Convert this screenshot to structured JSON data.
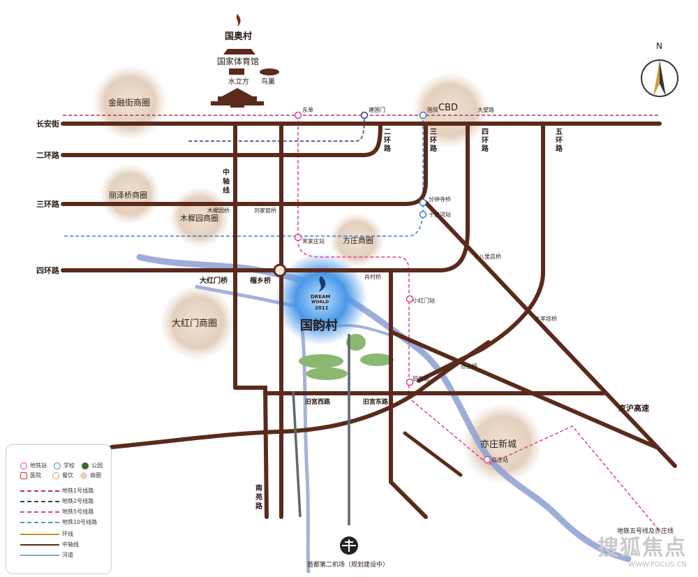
{
  "compass": {
    "letter": "N"
  },
  "landmarks": {
    "olympic_logo": "国奥村",
    "stadium": "国家体育馆",
    "water_cube": "水立方",
    "birds_nest": "鸟巢"
  },
  "project": {
    "logo_line1": "DREAM",
    "logo_line2": "WORLD",
    "logo_year": "2011",
    "name": "国韵村"
  },
  "business_circles": {
    "jinrongjie": "金融街商圈",
    "cbd": "CBD",
    "lizeqiao": "丽泽桥商圈",
    "muxiyuan": "木樨园商圈",
    "fangzhuang": "方庄商圈",
    "dahongmen": "大红门商圈",
    "yizhuang": "亦庄新城"
  },
  "roads": {
    "changanjie": "长安街",
    "ring2": "二环路",
    "ring3": "三环路",
    "ring4": "四环路",
    "ring2_v": [
      "二",
      "环",
      "路"
    ],
    "ring3_v": [
      "三",
      "环",
      "路"
    ],
    "ring4_v": [
      "四",
      "环",
      "路"
    ],
    "ring5_v": [
      "五",
      "环",
      "路"
    ],
    "axis_v": [
      "中",
      "轴",
      "线"
    ],
    "nanyuan_v": [
      "南",
      "苑",
      "路"
    ],
    "jinghu": "京沪高速",
    "jiugong_w": "旧宫西路",
    "jiugong_e": "旧宫东路"
  },
  "bridges": {
    "muxiyuan": "木樨园桥",
    "liujiayao": "刘家窑桥",
    "fenzhongsi": "分钟寺桥",
    "shibali": "十八里店桥",
    "dahongmen": "大红门桥",
    "liuxiang": "榴乡桥",
    "xiaocun": "肖村桥",
    "dayangfang": "大羊坊桥",
    "yizhuang": "亦庄桥"
  },
  "stations": {
    "dongdan": "东单",
    "jianguomen": "建国门",
    "guomao": "国贸",
    "dawanglu": "大望路",
    "shilihe": "十里河站",
    "songjiazhuang": "宋家庄站",
    "xiaohongmen": "小红门站",
    "jiugong": "旧宫站",
    "yizhuang": "亦庄站"
  },
  "notes": {
    "line5_ext": "地铁五号线及亦庄线",
    "airport": "首都第二机场（规划建设中）"
  },
  "legend": {
    "metro_station": "地铁站",
    "school": "学校",
    "park": "公园",
    "hospital": "医院",
    "dining": "餐饮",
    "biz_circle": "商圈",
    "line1": "地铁1号线路",
    "line2": "地铁2号线路",
    "line5": "地铁5号线路",
    "line10": "地铁10号线路",
    "ring_road": "环线",
    "axis": "中轴线",
    "river": "河道"
  },
  "watermark": {
    "brand": "搜狐焦点",
    "url": "WWW.FOCUS.CN"
  },
  "colors": {
    "road": "#5a2a1c",
    "circle": "#e5d3c2",
    "river": "#8b9fd1",
    "line1": "#b03060",
    "line2": "#2b3a7a",
    "line5": "#e0408a",
    "line10": "#3a7ed0",
    "gray_road": "#5c6770",
    "project_glow": "#3f8ee0",
    "green": "#8bb870"
  }
}
